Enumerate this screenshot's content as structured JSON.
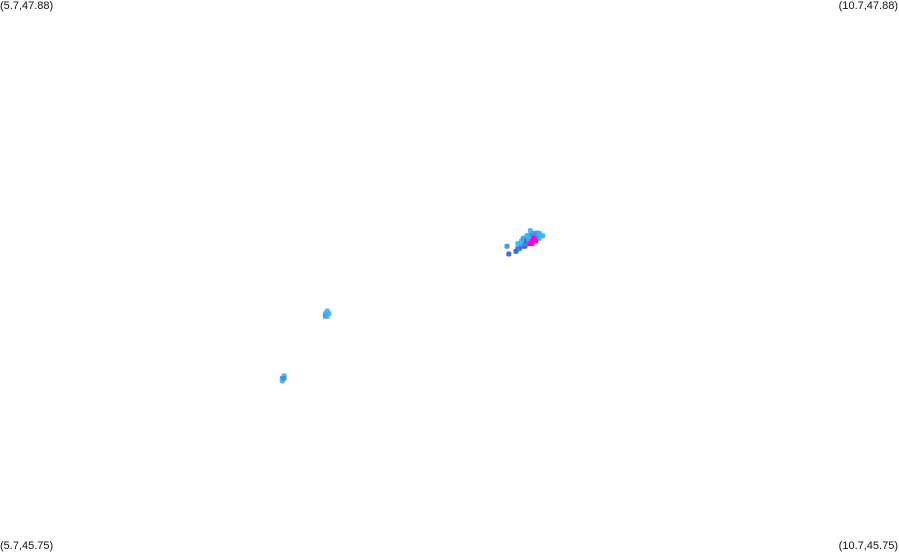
{
  "corners": {
    "top_left": "(5.7,47.88)",
    "top_right": "(10.7,47.88)",
    "bottom_left": "(5.7,45.75)",
    "bottom_right": "(10.7,45.75)"
  },
  "colors": {
    "background": "#ffffff",
    "light_blue": "#3fb4f0",
    "mid_blue": "#3a8fe0",
    "dark_blue": "#2f5fd0",
    "magenta": "#ff00d8"
  },
  "extent": {
    "lon_min": 5.7,
    "lon_max": 10.7,
    "lat_min": 45.75,
    "lat_max": 47.88
  },
  "points": [
    {
      "lon": 8.57,
      "lat": 46.91,
      "color": "dark_blue"
    },
    {
      "lon": 8.58,
      "lat": 46.92,
      "color": "dark_blue"
    },
    {
      "lon": 8.59,
      "lat": 46.92,
      "color": "mid_blue"
    },
    {
      "lon": 8.6,
      "lat": 46.93,
      "color": "dark_blue"
    },
    {
      "lon": 8.61,
      "lat": 46.93,
      "color": "mid_blue"
    },
    {
      "lon": 8.62,
      "lat": 46.93,
      "color": "dark_blue"
    },
    {
      "lon": 8.63,
      "lat": 46.94,
      "color": "mid_blue"
    },
    {
      "lon": 8.64,
      "lat": 46.94,
      "color": "dark_blue"
    },
    {
      "lon": 8.65,
      "lat": 46.94,
      "color": "mid_blue"
    },
    {
      "lon": 8.66,
      "lat": 46.95,
      "color": "dark_blue"
    },
    {
      "lon": 8.67,
      "lat": 46.95,
      "color": "mid_blue"
    },
    {
      "lon": 8.68,
      "lat": 46.95,
      "color": "dark_blue"
    },
    {
      "lon": 8.69,
      "lat": 46.96,
      "color": "mid_blue"
    },
    {
      "lon": 8.7,
      "lat": 46.96,
      "color": "light_blue"
    },
    {
      "lon": 8.71,
      "lat": 46.97,
      "color": "light_blue"
    },
    {
      "lon": 8.6,
      "lat": 46.95,
      "color": "light_blue"
    },
    {
      "lon": 8.61,
      "lat": 46.96,
      "color": "mid_blue"
    },
    {
      "lon": 8.62,
      "lat": 46.96,
      "color": "light_blue"
    },
    {
      "lon": 8.63,
      "lat": 46.96,
      "color": "mid_blue"
    },
    {
      "lon": 8.64,
      "lat": 46.97,
      "color": "light_blue"
    },
    {
      "lon": 8.65,
      "lat": 46.97,
      "color": "mid_blue"
    },
    {
      "lon": 8.66,
      "lat": 46.97,
      "color": "light_blue"
    },
    {
      "lon": 8.67,
      "lat": 46.97,
      "color": "mid_blue"
    },
    {
      "lon": 8.68,
      "lat": 46.98,
      "color": "light_blue"
    },
    {
      "lon": 8.69,
      "lat": 46.98,
      "color": "mid_blue"
    },
    {
      "lon": 8.62,
      "lat": 46.94,
      "color": "mid_blue"
    },
    {
      "lon": 8.63,
      "lat": 46.95,
      "color": "dark_blue"
    },
    {
      "lon": 8.64,
      "lat": 46.95,
      "color": "mid_blue"
    },
    {
      "lon": 8.65,
      "lat": 46.95,
      "color": "light_blue"
    },
    {
      "lon": 8.66,
      "lat": 46.96,
      "color": "mid_blue"
    },
    {
      "lon": 8.67,
      "lat": 46.96,
      "color": "dark_blue"
    },
    {
      "lon": 8.68,
      "lat": 46.96,
      "color": "mid_blue"
    },
    {
      "lon": 8.64,
      "lat": 46.96,
      "color": "light_blue"
    },
    {
      "lon": 8.66,
      "lat": 46.98,
      "color": "mid_blue"
    },
    {
      "lon": 8.65,
      "lat": 46.99,
      "color": "light_blue"
    },
    {
      "lon": 8.63,
      "lat": 46.97,
      "color": "light_blue"
    },
    {
      "lon": 8.59,
      "lat": 46.94,
      "color": "light_blue"
    },
    {
      "lon": 8.58,
      "lat": 46.94,
      "color": "light_blue"
    },
    {
      "lon": 8.72,
      "lat": 46.97,
      "color": "light_blue"
    },
    {
      "lon": 8.7,
      "lat": 46.98,
      "color": "light_blue"
    },
    {
      "lon": 8.65,
      "lat": 46.94,
      "color": "magenta"
    },
    {
      "lon": 8.66,
      "lat": 46.94,
      "color": "magenta"
    },
    {
      "lon": 8.67,
      "lat": 46.95,
      "color": "magenta"
    },
    {
      "lon": 8.68,
      "lat": 46.95,
      "color": "magenta"
    },
    {
      "lon": 8.67,
      "lat": 46.96,
      "color": "magenta"
    },
    {
      "lon": 8.66,
      "lat": 46.95,
      "color": "magenta"
    },
    {
      "lon": 8.52,
      "lat": 46.93,
      "color": "mid_blue"
    },
    {
      "lon": 8.53,
      "lat": 46.9,
      "color": "dark_blue"
    },
    {
      "lon": 7.51,
      "lat": 46.67,
      "color": "light_blue"
    },
    {
      "lon": 7.51,
      "lat": 46.66,
      "color": "mid_blue"
    },
    {
      "lon": 7.52,
      "lat": 46.68,
      "color": "light_blue"
    },
    {
      "lon": 7.53,
      "lat": 46.67,
      "color": "light_blue"
    },
    {
      "lon": 7.52,
      "lat": 46.66,
      "color": "light_blue"
    },
    {
      "lon": 7.27,
      "lat": 46.42,
      "color": "mid_blue"
    },
    {
      "lon": 7.27,
      "lat": 46.41,
      "color": "light_blue"
    },
    {
      "lon": 7.28,
      "lat": 46.43,
      "color": "light_blue"
    },
    {
      "lon": 7.28,
      "lat": 46.42,
      "color": "mid_blue"
    }
  ]
}
